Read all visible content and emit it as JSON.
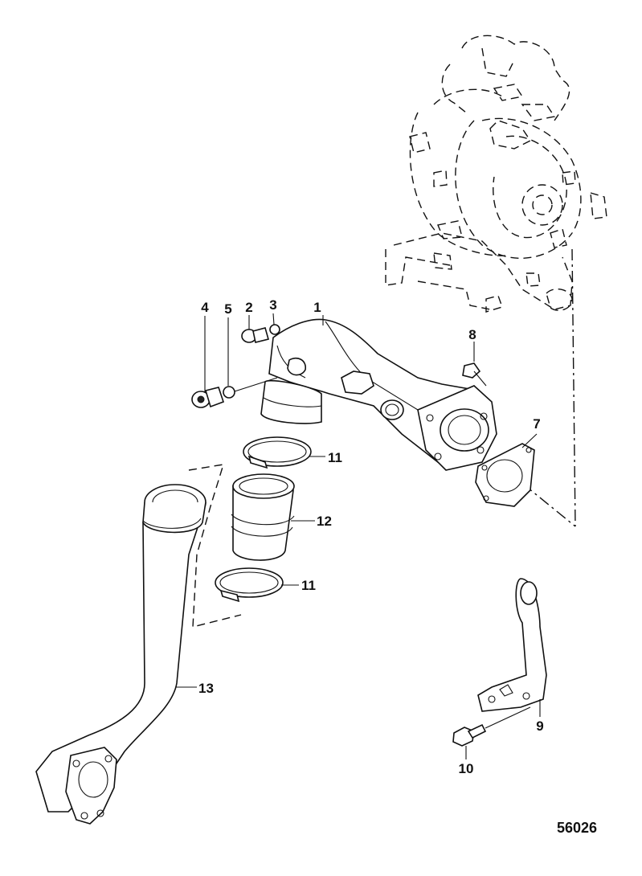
{
  "diagram": {
    "figure_code": "56026",
    "callouts": [
      {
        "id": "c1",
        "label": "1"
      },
      {
        "id": "c2",
        "label": "2"
      },
      {
        "id": "c3",
        "label": "3"
      },
      {
        "id": "c4",
        "label": "4"
      },
      {
        "id": "c5",
        "label": "5"
      },
      {
        "id": "c7",
        "label": "7"
      },
      {
        "id": "c8",
        "label": "8"
      },
      {
        "id": "c9",
        "label": "9"
      },
      {
        "id": "c10",
        "label": "10"
      },
      {
        "id": "c11a",
        "label": "11"
      },
      {
        "id": "c11b",
        "label": "11"
      },
      {
        "id": "c12",
        "label": "12"
      },
      {
        "id": "c13",
        "label": "13"
      }
    ]
  }
}
